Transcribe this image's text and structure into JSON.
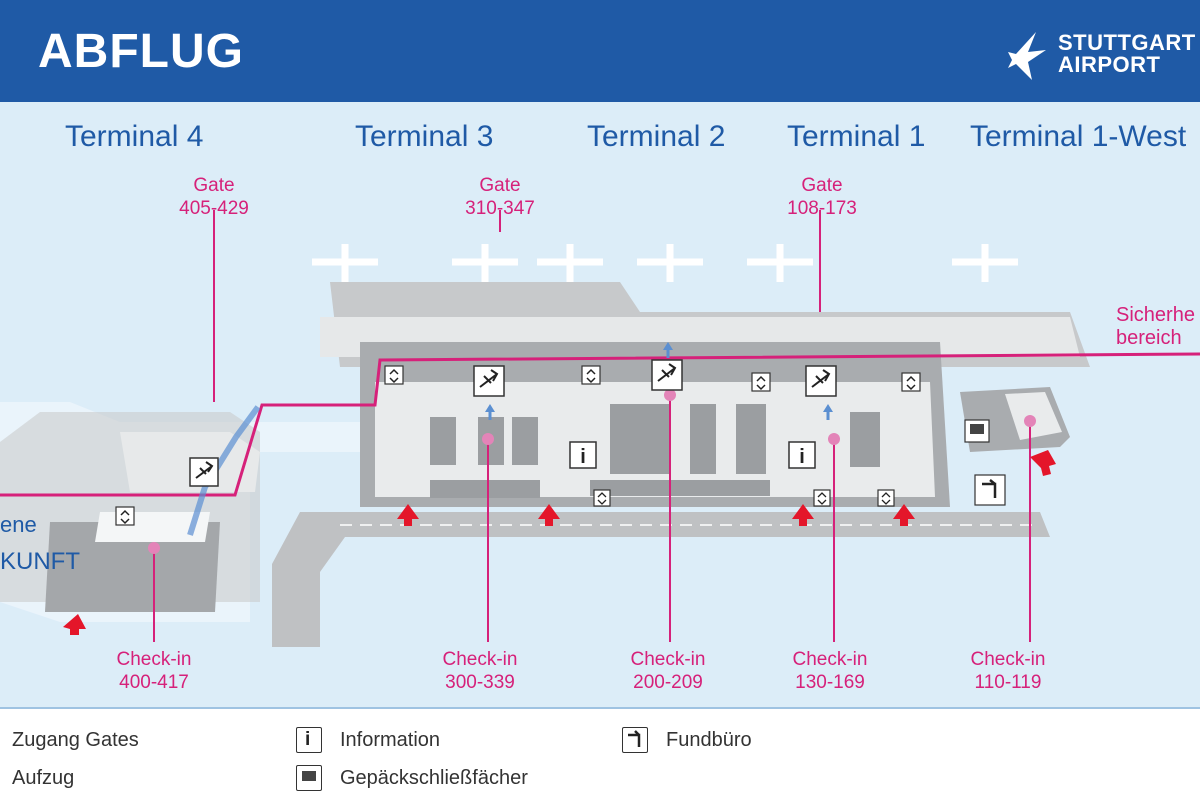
{
  "header": {
    "title": "ABFLUG",
    "logo_line1": "STUTTGART",
    "logo_line2": "AIRPORT"
  },
  "terminals": [
    "Terminal 4",
    "Terminal 3",
    "Terminal 2",
    "Terminal 1",
    "Terminal 1-West"
  ],
  "gates": [
    {
      "label": "Gate",
      "range": "405-429"
    },
    {
      "label": "Gate",
      "range": "310-347"
    },
    {
      "label": "Gate",
      "range": "108-173"
    }
  ],
  "checkins": [
    {
      "label": "Check-in",
      "range": "400-417"
    },
    {
      "label": "Check-in",
      "range": "300-339"
    },
    {
      "label": "Check-in",
      "range": "200-209"
    },
    {
      "label": "Check-in",
      "range": "130-169"
    },
    {
      "label": "Check-in",
      "range": "110-119"
    }
  ],
  "security": {
    "line1": "Sicherhe",
    "line2": "bereich"
  },
  "arrival": {
    "line1": "ene",
    "line2": "KUNFT"
  },
  "legend": {
    "gates_access": "Zugang Gates",
    "elevator": "Aufzug",
    "information": "Information",
    "lockers": "Gepäckschließfächer",
    "lost_found": "Fundbüro"
  },
  "colors": {
    "header_bg": "#1f5aa6",
    "map_bg": "#dcedf8",
    "security_line": "#d6217a",
    "entrance_arrow": "#e4162a"
  },
  "icons": [
    "airplane-icon",
    "elevator-icon",
    "information-icon",
    "locker-icon",
    "lost-found-icon",
    "entrance-arrow-icon"
  ]
}
